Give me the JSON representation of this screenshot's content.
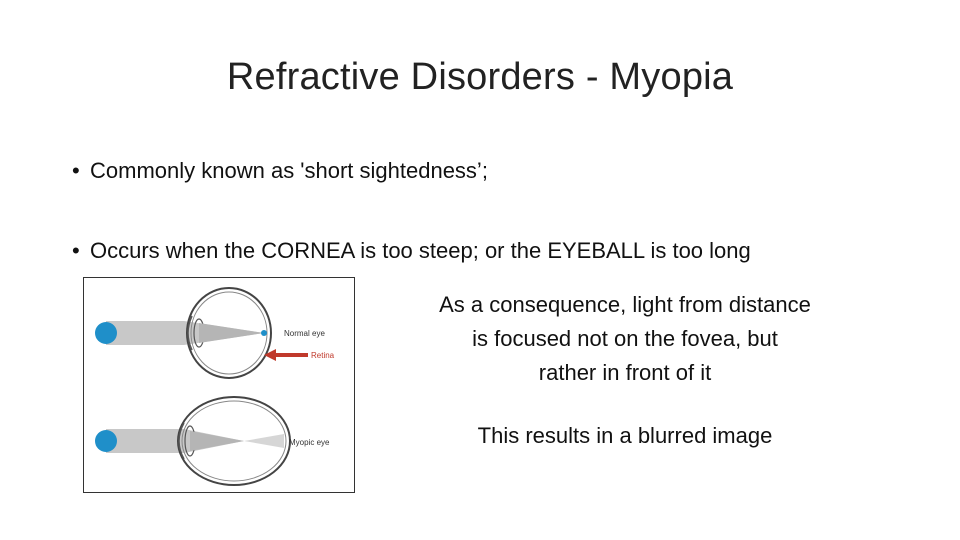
{
  "slide": {
    "title": "Refractive Disorders - Myopia",
    "bullets": [
      "Commonly known as 'short sightedness’;",
      "Occurs when the CORNEA is too steep; or the EYEBALL is too long"
    ],
    "bullet_glyph": "•",
    "figure": {
      "labels": {
        "normal": "Normal eye",
        "retina": "Retina",
        "myopic": "Myopic eye"
      },
      "colors": {
        "light_source": "#1f8fc9",
        "beam": "#c8c8c8",
        "focus_dot": "#1f8fc9",
        "arrow": "#c0392b"
      }
    },
    "explanation": [
      "As a consequence, light from distance",
      "is focused not on the fovea, but",
      "rather in front of it"
    ],
    "result": "This results in a blurred image"
  }
}
